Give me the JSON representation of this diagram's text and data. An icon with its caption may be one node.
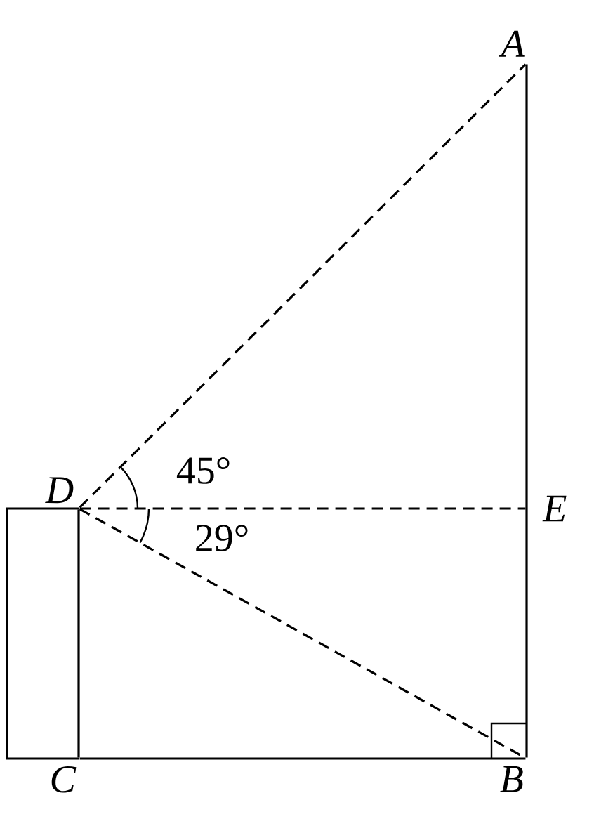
{
  "diagram": {
    "nodes": [
      {
        "text": [
          "A"
        ]
      },
      {
        "text": [
          "B"
        ]
      },
      {
        "text": [
          "C"
        ]
      },
      {
        "text": [
          "D"
        ]
      },
      {
        "text": [
          "E"
        ]
      }
    ],
    "edges": [
      {
        "from": 0,
        "to": 1,
        "arrow": "none"
      },
      {
        "from": 2,
        "to": 1,
        "arrow": "none"
      },
      {
        "from": 3,
        "to": 2,
        "arrow": "none"
      },
      {
        "from": 3,
        "to": 0,
        "arrow": "none",
        "style": "dashed"
      },
      {
        "from": 3,
        "to": 4,
        "arrow": "none",
        "style": "dashed"
      },
      {
        "from": 3,
        "to": 1,
        "arrow": "none",
        "style": "dashed"
      }
    ],
    "labels": [
      "45°",
      "29°"
    ]
  }
}
